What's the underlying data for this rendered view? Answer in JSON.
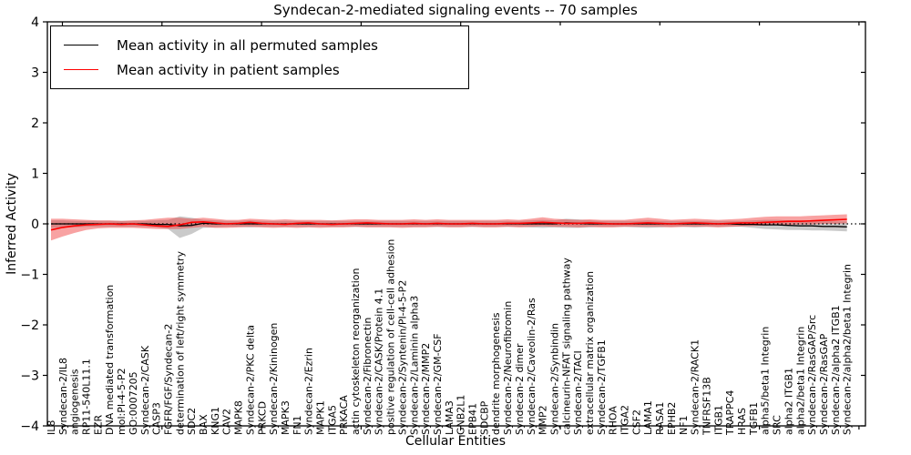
{
  "figure": {
    "title": "Syndecan-2-mediated signaling events -- 70 samples",
    "xlabel": "Cellular Entities",
    "ylabel": "Inferred Activity"
  },
  "legend": {
    "items": [
      {
        "label": "Mean activity in all permuted samples",
        "color": "#000000"
      },
      {
        "label": "Mean activity in patient samples",
        "color": "#ff0000"
      }
    ]
  },
  "chart_data": {
    "type": "line",
    "title": "Syndecan-2-mediated signaling events -- 70 samples",
    "xlabel": "Cellular Entities",
    "ylabel": "Inferred Activity",
    "ylim": [
      -4,
      4
    ],
    "ytick_labels": [
      "4",
      "3",
      "2",
      "1",
      "0",
      "−1",
      "−2",
      "−3",
      "−4"
    ],
    "ytick_values": [
      4,
      3,
      2,
      1,
      0,
      -1,
      -2,
      -3,
      -4
    ],
    "grid": false,
    "legend_position": "upper left",
    "zero_reference_line": 0,
    "categories": [
      "IL8",
      "Syndecan-2/IL8",
      "angiogenesis",
      "RP11-540L11.1",
      "EZR",
      "DNA mediated transformation",
      "mol:PI-4-5-P2",
      "GO:0007205",
      "Syndecan-2/CASK",
      "CASP3",
      "FGFR/FGF/Syndecan-2",
      "determination of left/right symmetry",
      "SDC2",
      "BAX",
      "KNG1",
      "CAV2",
      "MAPK8",
      "Syndecan-2/PKC delta",
      "PRKCD",
      "Syndecan-2/Kininogen",
      "MAPK3",
      "FN1",
      "Syndecan-2/Ezrin",
      "MAPK1",
      "ITGA5",
      "PRKACA",
      "actin cytoskeleton reorganization",
      "Syndecan-2/Fibronectin",
      "Syndecan-2/CASK/Protein 4.1",
      "positive regulation of cell-cell adhesion",
      "Syndecan-2/Syntenin/PI-4-5-P2",
      "Syndecan-2/Laminin alpha3",
      "Syndecan-2/MMP2",
      "Syndecan-2/GM-CSF",
      "LAMA3",
      "GNB2L1",
      "EPB41",
      "SDCBP",
      "dendrite morphogenesis",
      "Syndecan-2/Neurofibromin",
      "Syndecan-2 dimer",
      "Syndecan-2/Caveolin-2/Ras",
      "MMP2",
      "Syndecan-2/Synbindin",
      "calcineurin-NFAT signaling pathway",
      "Syndecan-2/TACI",
      "extracellular matrix organization",
      "Syndecan-2/TGFB1",
      "RHOA",
      "ITGA2",
      "CSF2",
      "LAMA1",
      "RASA1",
      "EPHB2",
      "NF1",
      "Syndecan-2/RACK1",
      "TNFRSF13B",
      "ITGB1",
      "TRAPPC4",
      "HRAS",
      "TGFB1",
      "alpha5/beta1 Integrin",
      "SRC",
      "alpha2 ITGB1",
      "alpha2/beta1 Integrin",
      "Syndecan-2/RasGAP/Src",
      "Syndecan-2/RasGAP",
      "Syndecan-2/alpha2 ITGB1",
      "Syndecan-2/alpha2/beta1 Integrin"
    ],
    "series": [
      {
        "name": "Mean activity in all permuted samples",
        "color": "#000000",
        "band_color": "#808080",
        "band_opacity": 0.42,
        "values": [
          0,
          0,
          0,
          0,
          0,
          0,
          0,
          0,
          0,
          -0.01,
          -0.01,
          -0.04,
          -0.03,
          0.01,
          0,
          0,
          0,
          0,
          0,
          0,
          0,
          0,
          0,
          0,
          0,
          0,
          0,
          0,
          0,
          0,
          0,
          0,
          0,
          0,
          0,
          0,
          0,
          0,
          0,
          0,
          0,
          0,
          0,
          0,
          0.02,
          0.01,
          0,
          0,
          0,
          0,
          0,
          0,
          0,
          0,
          0,
          0,
          0,
          0,
          0,
          -0.01,
          -0.01,
          -0.02,
          -0.02,
          -0.03,
          -0.04,
          -0.04,
          -0.05,
          -0.05,
          -0.06
        ],
        "band_high": [
          0.07,
          0.07,
          0.06,
          0.06,
          0.06,
          0.06,
          0.06,
          0.06,
          0.06,
          0.07,
          0.08,
          0.15,
          0.12,
          0.08,
          0.07,
          0.06,
          0.06,
          0.07,
          0.06,
          0.06,
          0.06,
          0.06,
          0.06,
          0.06,
          0.06,
          0.06,
          0.06,
          0.06,
          0.06,
          0.06,
          0.06,
          0.06,
          0.06,
          0.06,
          0.06,
          0.06,
          0.06,
          0.06,
          0.06,
          0.06,
          0.06,
          0.07,
          0.08,
          0.07,
          0.1,
          0.09,
          0.07,
          0.06,
          0.06,
          0.06,
          0.06,
          0.07,
          0.06,
          0.06,
          0.06,
          0.06,
          0.06,
          0.06,
          0.06,
          0.06,
          0.07,
          0.08,
          0.08,
          0.07,
          0.07,
          0.06,
          0.06,
          0.05,
          0.05
        ],
        "band_low": [
          -0.08,
          -0.07,
          -0.07,
          -0.06,
          -0.06,
          -0.06,
          -0.06,
          -0.06,
          -0.06,
          -0.07,
          -0.1,
          -0.28,
          -0.2,
          -0.08,
          -0.07,
          -0.06,
          -0.06,
          -0.07,
          -0.06,
          -0.06,
          -0.06,
          -0.06,
          -0.06,
          -0.06,
          -0.06,
          -0.06,
          -0.06,
          -0.06,
          -0.06,
          -0.06,
          -0.06,
          -0.06,
          -0.06,
          -0.06,
          -0.06,
          -0.06,
          -0.06,
          -0.06,
          -0.06,
          -0.06,
          -0.06,
          -0.07,
          -0.08,
          -0.07,
          -0.08,
          -0.08,
          -0.07,
          -0.06,
          -0.06,
          -0.06,
          -0.07,
          -0.08,
          -0.07,
          -0.06,
          -0.06,
          -0.07,
          -0.06,
          -0.06,
          -0.06,
          -0.06,
          -0.08,
          -0.1,
          -0.11,
          -0.12,
          -0.12,
          -0.13,
          -0.13,
          -0.14,
          -0.15
        ]
      },
      {
        "name": "Mean activity in patient samples",
        "color": "#ff0000",
        "band_color": "#f03030",
        "band_opacity": 0.45,
        "values": [
          -0.12,
          -0.07,
          -0.04,
          -0.02,
          -0.01,
          0,
          -0.01,
          0,
          -0.02,
          -0.04,
          -0.05,
          -0.02,
          0.03,
          0.04,
          0.02,
          0,
          0.01,
          0.03,
          0.01,
          0,
          -0.01,
          0.01,
          0.02,
          0,
          -0.01,
          0,
          0.01,
          0.02,
          0.01,
          0,
          0,
          0.01,
          0,
          0.01,
          0,
          0,
          0.01,
          0,
          0,
          0.01,
          0.01,
          0.02,
          0.03,
          0.02,
          0.01,
          0.01,
          0.02,
          0.01,
          0,
          0,
          0.01,
          0.02,
          0.01,
          0,
          0.01,
          0.02,
          0.01,
          0,
          0.01,
          0.02,
          0.02,
          0.03,
          0.04,
          0.05,
          0.05,
          0.06,
          0.07,
          0.08,
          0.09
        ],
        "band_high": [
          0.1,
          0.1,
          0.09,
          0.08,
          0.07,
          0.07,
          0.06,
          0.07,
          0.08,
          0.1,
          0.12,
          0.12,
          0.1,
          0.12,
          0.1,
          0.08,
          0.08,
          0.1,
          0.09,
          0.08,
          0.09,
          0.08,
          0.08,
          0.08,
          0.07,
          0.08,
          0.09,
          0.09,
          0.08,
          0.08,
          0.08,
          0.09,
          0.08,
          0.09,
          0.08,
          0.08,
          0.08,
          0.08,
          0.08,
          0.09,
          0.08,
          0.1,
          0.13,
          0.1,
          0.09,
          0.08,
          0.09,
          0.08,
          0.08,
          0.08,
          0.1,
          0.12,
          0.1,
          0.08,
          0.09,
          0.1,
          0.09,
          0.08,
          0.09,
          0.1,
          0.12,
          0.14,
          0.15,
          0.15,
          0.15,
          0.16,
          0.17,
          0.18,
          0.19
        ],
        "band_low": [
          -0.33,
          -0.25,
          -0.18,
          -0.12,
          -0.09,
          -0.08,
          -0.08,
          -0.08,
          -0.09,
          -0.1,
          -0.1,
          -0.1,
          -0.08,
          -0.06,
          -0.08,
          -0.08,
          -0.07,
          -0.06,
          -0.07,
          -0.08,
          -0.07,
          -0.08,
          -0.07,
          -0.08,
          -0.07,
          -0.07,
          -0.06,
          -0.07,
          -0.07,
          -0.07,
          -0.08,
          -0.07,
          -0.07,
          -0.06,
          -0.07,
          -0.07,
          -0.06,
          -0.07,
          -0.07,
          -0.06,
          -0.07,
          -0.06,
          -0.05,
          -0.06,
          -0.06,
          -0.07,
          -0.06,
          -0.07,
          -0.07,
          -0.06,
          -0.06,
          -0.06,
          -0.06,
          -0.07,
          -0.06,
          -0.06,
          -0.06,
          -0.07,
          -0.06,
          -0.05,
          -0.04,
          -0.03,
          -0.02,
          -0.02,
          -0.01,
          -0.01,
          0,
          0,
          0.01
        ]
      }
    ]
  }
}
